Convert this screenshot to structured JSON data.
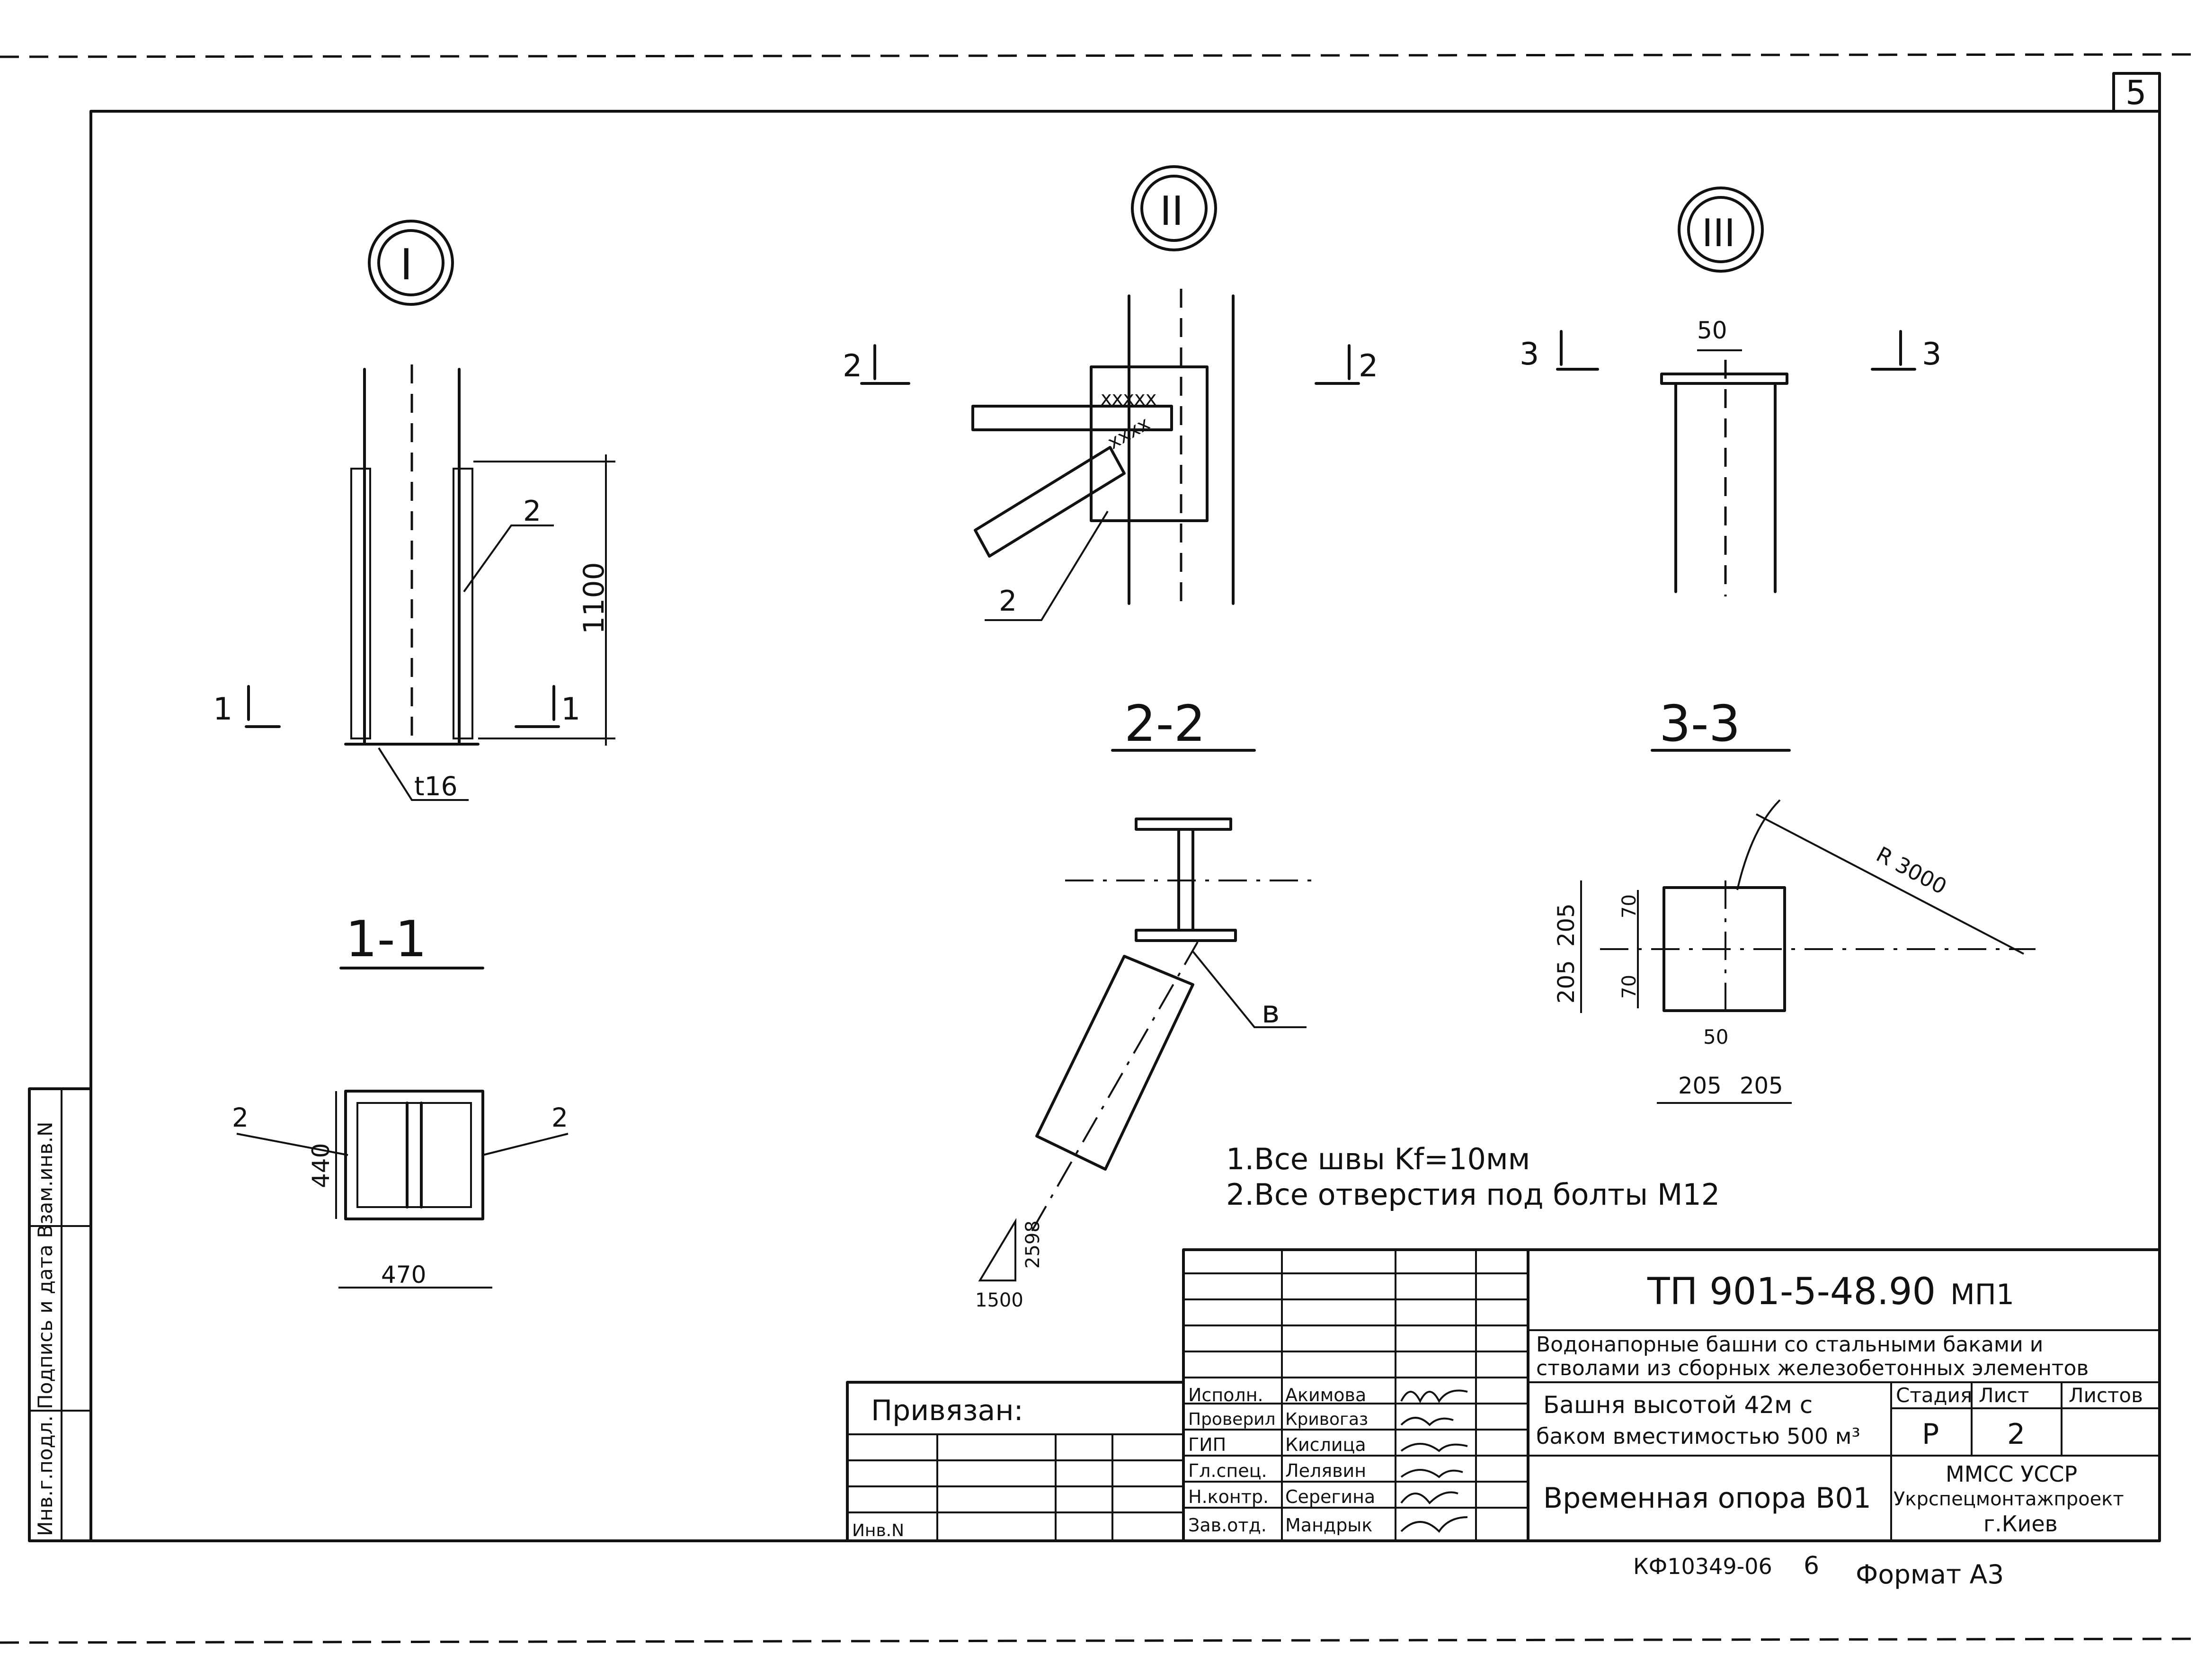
{
  "sheet_number": "5",
  "nodes": {
    "node1": "I",
    "node2": "II",
    "node3": "III"
  },
  "sections": {
    "s11": "1-1",
    "s22": "2-2",
    "s33": "3-3",
    "mark1": "1",
    "mark2": "2",
    "mark3": "3"
  },
  "dimensions": {
    "h1100": "1100",
    "t16": "t16",
    "d440": "440",
    "d470": "470",
    "d50a": "50",
    "d50b": "50",
    "d205a": "205",
    "d205b": "205",
    "d205c": "205",
    "d205d": "205",
    "d70a": "70",
    "d70b": "70",
    "r3000": "R 3000",
    "slope_h": "1500",
    "slope_v": "2598"
  },
  "callouts": {
    "c2a": "2",
    "c2b": "2",
    "c2c": "2",
    "c2d": "2",
    "cv": "в"
  },
  "notes": [
    "1.Все швы Kf=10мм",
    "2.Все отверстия под болты М12"
  ],
  "title_block": {
    "doc_code": "ТП 901-5-48.90",
    "doc_mark": "МП1",
    "project_title_1": "Водонапорные башни со стальными баками и",
    "project_title_2": "стволами из сборных железобетонных элементов",
    "object_1": "Башня высотой 42м с",
    "object_2": "баком вместимостью 500 м³",
    "sheet_title": "Временная опора В01",
    "stage_label": "Стадия",
    "sheet_label": "Лист",
    "sheets_label": "Листов",
    "stage": "Р",
    "sheet": "2",
    "org_1": "ММСС УССР",
    "org_2": "Укрспецмонтажпроект",
    "org_3": "г.Киев",
    "linked": "Привязан:",
    "inv_no": "Инв.N",
    "roles": [
      {
        "role": "Исполн.",
        "name": "Акимова"
      },
      {
        "role": "Проверил",
        "name": "Кривогаз"
      },
      {
        "role": "ГИП",
        "name": "Кислица"
      },
      {
        "role": "Гл.спец.",
        "name": "Лелявин"
      },
      {
        "role": "Н.контр.",
        "name": "Серегина"
      },
      {
        "role": "Зав.отд.",
        "name": "Мандрык"
      }
    ],
    "side_stamp": "Инв.г.подл. Подпись и дата Взам.инв.N",
    "copy_code": "КФ10349-06",
    "copy_num": "6",
    "format": "Формат А3"
  }
}
